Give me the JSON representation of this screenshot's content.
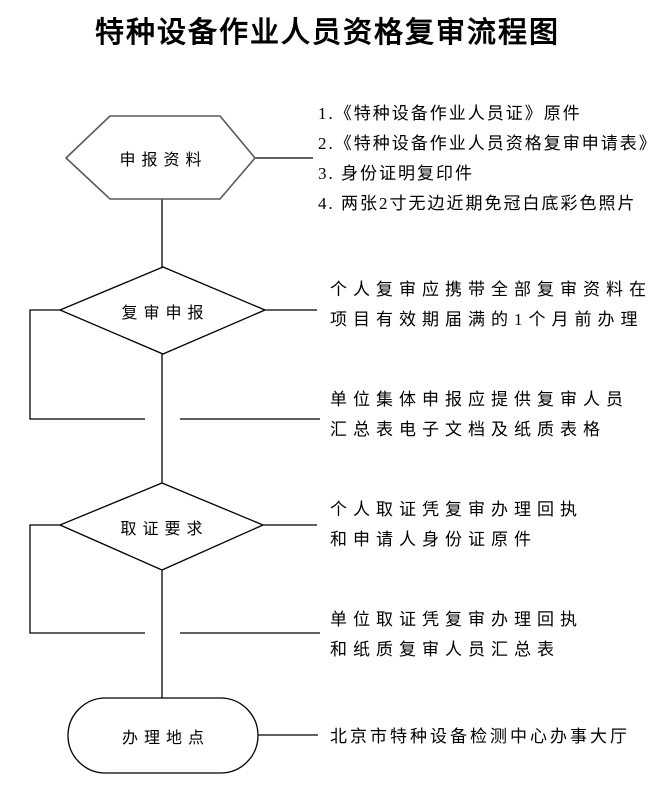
{
  "page": {
    "title": "特种设备作业人员资格复审流程图"
  },
  "flowchart": {
    "nodes": [
      {
        "id": "materials",
        "shape": "hexagon",
        "label": "申报资料"
      },
      {
        "id": "review",
        "shape": "diamond",
        "label": "复审申报"
      },
      {
        "id": "certificate",
        "shape": "diamond",
        "label": "取证要求"
      },
      {
        "id": "location",
        "shape": "stadium",
        "label": "办理地点"
      }
    ]
  },
  "annotations": {
    "materials_list": [
      "1.《特种设备作业人员证》原件",
      "2.《特种设备作业人员资格复审申请表》",
      "3. 身份证明复印件",
      "4. 两张2寸无边近期免冠白底彩色照片"
    ],
    "review_personal": [
      "个人复审应携带全部复审资料在",
      "项目有效期届满的1个月前办理"
    ],
    "review_unit": [
      "单位集体申报应提供复审人员",
      "汇总表电子文档及纸质表格"
    ],
    "certificate_personal": [
      "个人取证凭复审办理回执",
      "和申请人身份证原件"
    ],
    "certificate_unit": [
      "单位取证凭复审办理回执",
      "和纸质复审人员汇总表"
    ],
    "location_note": "北京市特种设备检测中心办事大厅"
  },
  "colors": {
    "line": "#000000",
    "hexagon_border": "#595959",
    "text": "#000000",
    "background": "#ffffff"
  }
}
